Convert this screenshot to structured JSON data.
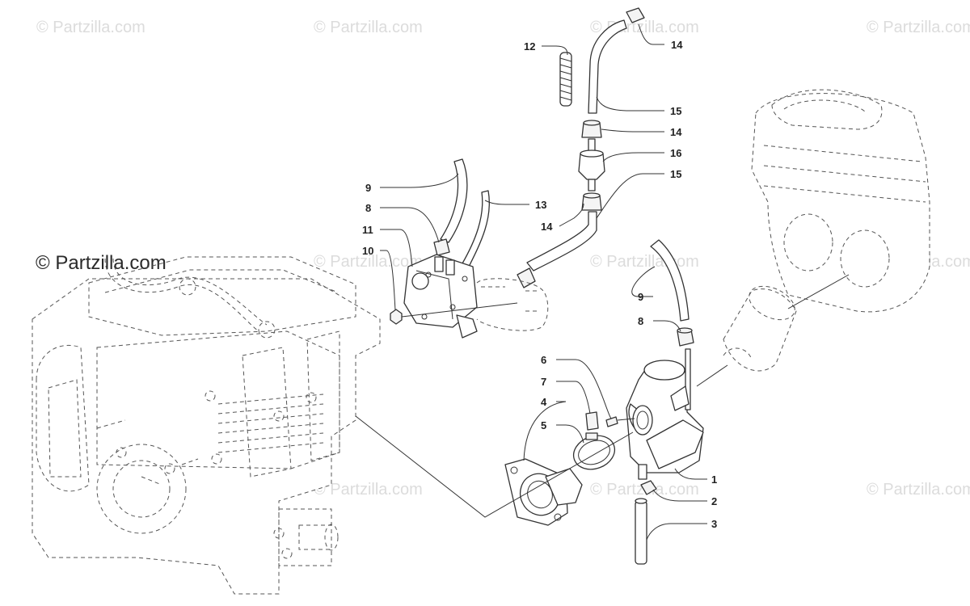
{
  "watermarks": {
    "main": "© Partzilla.com",
    "faint": "© Partzilla.com"
  },
  "callouts": {
    "c1": "1",
    "c2": "2",
    "c3": "3",
    "c4": "4",
    "c5": "5",
    "c6": "6",
    "c7": "7",
    "c8a": "8",
    "c8b": "8",
    "c9a": "9",
    "c9b": "9",
    "c10": "10",
    "c11": "11",
    "c12": "12",
    "c13": "13",
    "c14a": "14",
    "c14b": "14",
    "c14c": "14",
    "c15a": "15",
    "c15b": "15",
    "c16": "16"
  },
  "colors": {
    "line": "#333333",
    "watermark": "#dcdcdc",
    "background": "#ffffff"
  }
}
